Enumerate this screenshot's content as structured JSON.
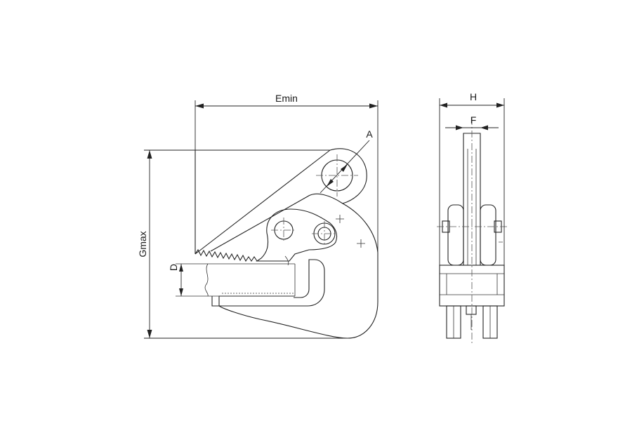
{
  "labels": {
    "emin": "Emin",
    "gmax": "Gmax",
    "a": "A",
    "d": "D",
    "h": "H",
    "f": "F"
  }
}
